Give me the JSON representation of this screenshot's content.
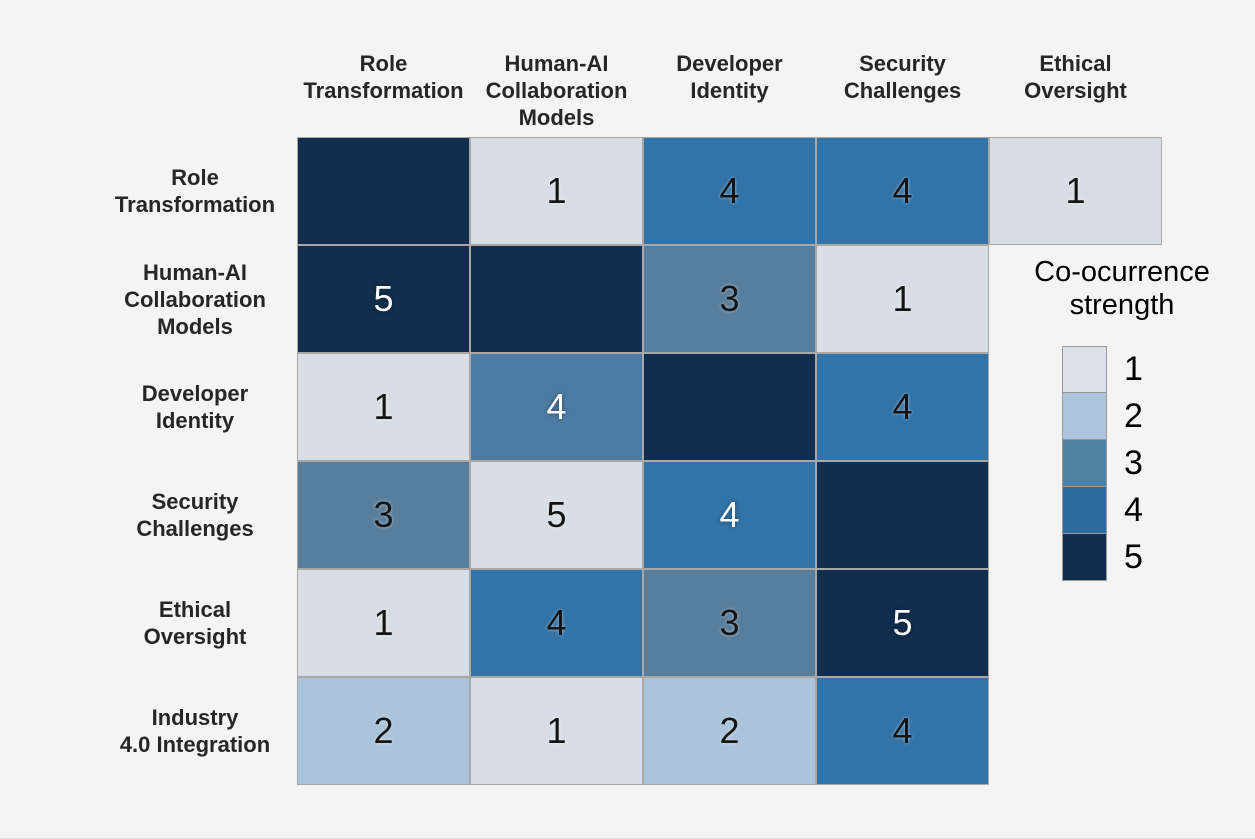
{
  "page": {
    "background": "#f4f4f5",
    "label_color": "#262626",
    "cell_border_color": "#a8a8a8"
  },
  "chart_data": {
    "type": "heatmap",
    "title": "",
    "legend_title": "Co-ocurrence strength",
    "x_categories": [
      "Role Transformation",
      "Human-AI Collaboration Models",
      "Developer Identity",
      "Security Challenges",
      "Ethical Oversight"
    ],
    "y_categories": [
      "Role Transformation",
      "Human-AI Collaboration Models",
      "Developer Identity",
      "Security Challenges",
      "Ethical Oversight",
      "Industry 4.0 Integration"
    ],
    "scale_values": [
      1,
      2,
      3,
      4,
      5
    ],
    "matrix": [
      [
        null,
        1,
        4,
        4,
        1
      ],
      [
        5,
        null,
        3,
        1,
        null
      ],
      [
        1,
        4,
        null,
        4,
        null
      ],
      [
        3,
        5,
        4,
        null,
        null
      ],
      [
        1,
        4,
        3,
        5,
        null
      ],
      [
        2,
        1,
        2,
        4,
        null
      ]
    ],
    "notes": "Diagonal cells are filled dark navy with no printed value; column 5 only has a cell in row 1; cell (Security Challenges, Human-AI Collaboration Models) shows 5 on a light level-1 background."
  },
  "heatmap": {
    "col_labels": [
      [
        "Role",
        "Transformation"
      ],
      [
        "Human-AI",
        "Collaboration",
        "Models"
      ],
      [
        "Developer",
        "Identity"
      ],
      [
        "Security",
        "Challenges"
      ],
      [
        "Ethical",
        "Oversight"
      ]
    ],
    "row_labels": [
      [
        "Role",
        "Transformation"
      ],
      [
        "Human-AI",
        "Collaboration",
        "Models"
      ],
      [
        "Developer",
        "Identity"
      ],
      [
        "Security",
        "Challenges"
      ],
      [
        "Ethical",
        "Oversight"
      ],
      [
        "Industry",
        "4.0 Integration"
      ]
    ],
    "palette": {
      "1": "#d9dee6",
      "2": "#a9c4db",
      "3": "#587e9d",
      "4": "#3273a8",
      "5": "#112e4e"
    },
    "cells": [
      [
        {
          "value": "",
          "bg": "#112e4e",
          "fg": "dark"
        },
        {
          "value": "1",
          "bg": "#d9dee6",
          "fg": "dark"
        },
        {
          "value": "4",
          "bg": "#3273a8",
          "fg": "dark"
        },
        {
          "value": "4",
          "bg": "#3273a8",
          "fg": "dark"
        },
        {
          "value": "1",
          "bg": "#d9dee6",
          "fg": "dark"
        }
      ],
      [
        {
          "value": "5",
          "bg": "#112e4e",
          "fg": "light"
        },
        {
          "value": "",
          "bg": "#112e4e",
          "fg": "dark"
        },
        {
          "value": "3",
          "bg": "#587e9d",
          "fg": "dark"
        },
        {
          "value": "1",
          "bg": "#d9dee6",
          "fg": "dark"
        },
        null
      ],
      [
        {
          "value": "1",
          "bg": "#d9dee6",
          "fg": "dark"
        },
        {
          "value": "4",
          "bg": "#4c7ba3",
          "fg": "light"
        },
        {
          "value": "",
          "bg": "#112e4e",
          "fg": "dark"
        },
        {
          "value": "4",
          "bg": "#3273a8",
          "fg": "dark"
        },
        null
      ],
      [
        {
          "value": "3",
          "bg": "#587e9d",
          "fg": "dark"
        },
        {
          "value": "5",
          "bg": "#d9dee6",
          "fg": "dark"
        },
        {
          "value": "4",
          "bg": "#3273a8",
          "fg": "light"
        },
        {
          "value": "",
          "bg": "#112e4e",
          "fg": "dark"
        },
        null
      ],
      [
        {
          "value": "1",
          "bg": "#d9dee6",
          "fg": "dark"
        },
        {
          "value": "4",
          "bg": "#3273a8",
          "fg": "dark"
        },
        {
          "value": "3",
          "bg": "#587e9d",
          "fg": "dark"
        },
        {
          "value": "5",
          "bg": "#112e4e",
          "fg": "light"
        },
        null
      ],
      [
        {
          "value": "2",
          "bg": "#a9c4db",
          "fg": "dark"
        },
        {
          "value": "1",
          "bg": "#d9dee6",
          "fg": "dark"
        },
        {
          "value": "2",
          "bg": "#a9c4db",
          "fg": "dark"
        },
        {
          "value": "4",
          "bg": "#3273a8",
          "fg": "dark"
        },
        null
      ]
    ],
    "legend": {
      "title_lines": [
        "Co-ocurrence",
        "strength"
      ],
      "items": [
        {
          "label": "1",
          "color": "#dce1e9"
        },
        {
          "label": "2",
          "color": "#abc6dc"
        },
        {
          "label": "3",
          "color": "#5081a2"
        },
        {
          "label": "4",
          "color": "#2e6b9e"
        },
        {
          "label": "5",
          "color": "#112e4e"
        }
      ]
    }
  }
}
